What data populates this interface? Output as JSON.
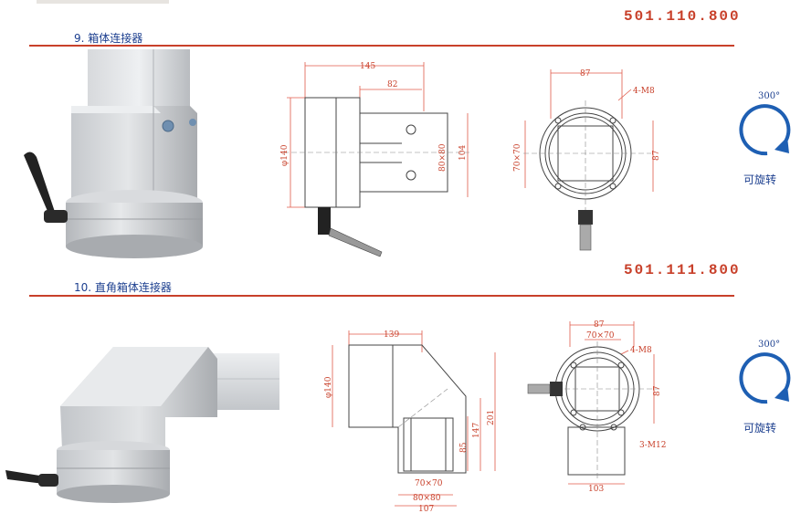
{
  "colors": {
    "accent": "#c8402a",
    "title_blue": "#1c3f8f",
    "dim_line": "#e05a4a",
    "arrow_blue": "#1e5fb3"
  },
  "sections": [
    {
      "title": "9. 箱体连接器",
      "code": "501.110.800",
      "rotation": {
        "degree": "300°",
        "label": "可旋转"
      },
      "dims": {
        "side_top": "145",
        "side_inner": "82",
        "side_dia": "φ140",
        "side_80": "80×80",
        "side_104": "104",
        "front_87": "87",
        "front_m8": "4-M8",
        "front_70": "70×70",
        "front_87v": "87"
      }
    },
    {
      "title": "10. 直角箱体连接器",
      "code": "501.111.800",
      "rotation": {
        "degree": "300°",
        "label": "可旋转"
      },
      "dims": {
        "side_top": "139",
        "side_dia": "φ140",
        "side_201": "201",
        "side_147": "147",
        "side_85": "85",
        "side_70": "70×70",
        "side_80": "80×80",
        "side_107": "107",
        "front_87": "87",
        "front_70": "70×70",
        "front_m8": "4-M8",
        "front_87v": "87",
        "front_m12": "3-M12",
        "front_103": "103"
      }
    }
  ]
}
